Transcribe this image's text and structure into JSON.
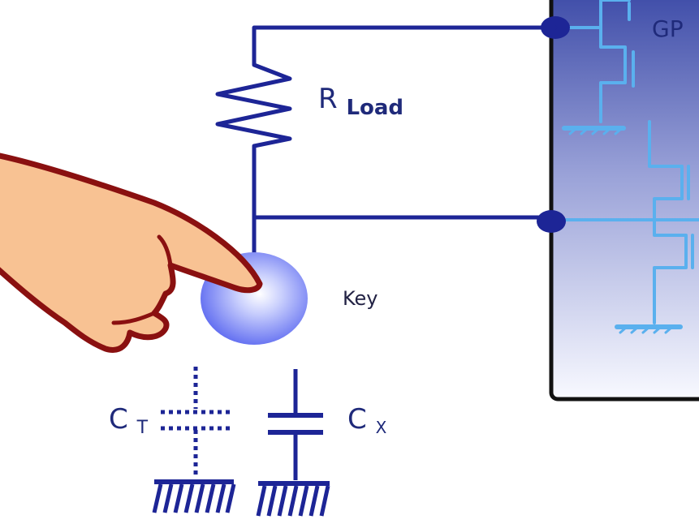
{
  "labels": {
    "chip": "GP",
    "resistor_main": "R",
    "resistor_sub": "Load",
    "key": "Key",
    "ct_main": "C",
    "ct_sub": "T",
    "cx_main": "C",
    "cx_sub": "X"
  },
  "colors": {
    "wire": "#1d2596",
    "chip_circuit": "#5ab0ee",
    "chip_border": "#111111",
    "skin": "#f8c293",
    "skin_outline": "#8a1010",
    "key_light": "#eef1ff",
    "key_dark": "#5b68f0"
  }
}
